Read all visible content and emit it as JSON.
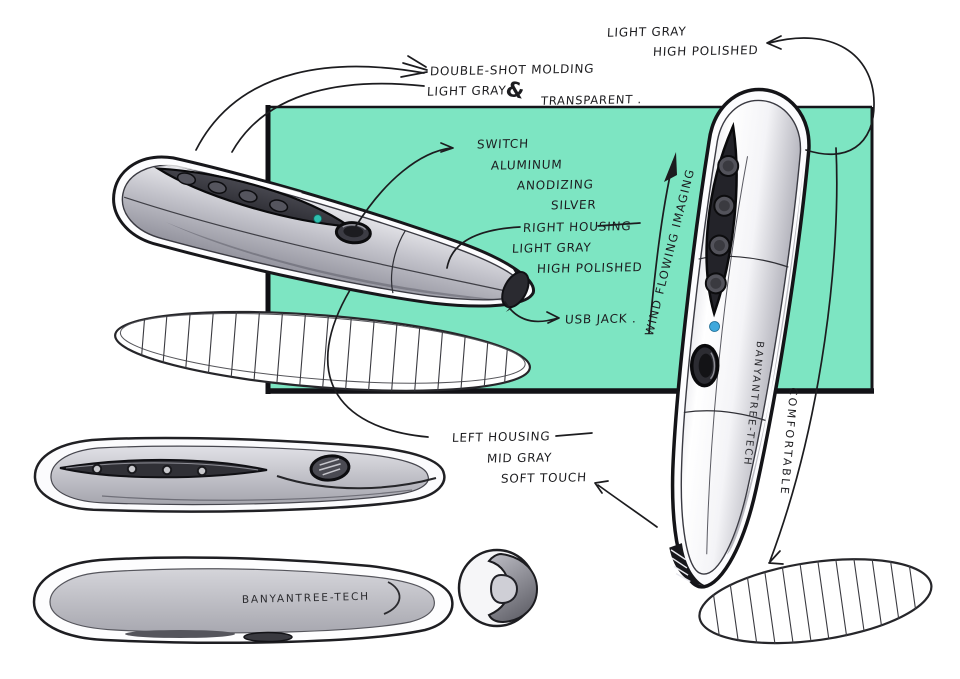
{
  "sketch": {
    "brand_side": "BANYANTREE-TECH",
    "brand_bottom": "BANYANTREE-TECH",
    "annotations": {
      "finish_top_line1": "LIGHT GRAY",
      "finish_top_line2": "HIGH POLISHED",
      "molding_line1": "DOUBLE-SHOT MOLDING",
      "molding_line2": "LIGHT GRAY",
      "molding_ampersand": "&",
      "molding_line3": "TRANSPARENT .",
      "switch_line1": "SWITCH",
      "switch_line2": "ALUMINUM",
      "switch_line3": "ANODIZING",
      "switch_line4": "SILVER",
      "right_housing_line1": "RIGHT HOUSING",
      "right_housing_line2": "LIGHT GRAY",
      "right_housing_line3": "HIGH POLISHED",
      "usb_jack": "USB JACK .",
      "form_note": "WIND FLOWING IMAGING",
      "left_housing_line1": "LEFT HOUSING",
      "left_housing_line2": "MID GRAY",
      "left_housing_line3": "SOFT TOUCH",
      "comfort_note": "COMFORTABLE"
    },
    "colors": {
      "background": "#ffffff",
      "panel_teal": "#7de5c2",
      "ink": "#1c1c1f",
      "led_teal": "#2fbfae",
      "led_blue": "#3fa8dc"
    }
  }
}
